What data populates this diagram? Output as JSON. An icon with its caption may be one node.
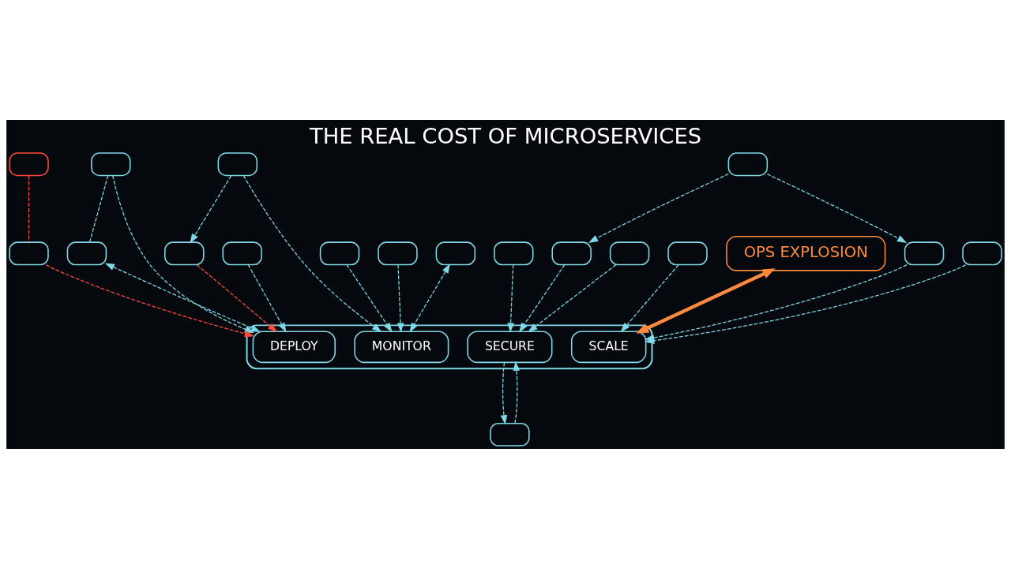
{
  "diagram": {
    "title": "THE REAL COST OF MICROSERVICES",
    "nodes": [
      {
        "text": [],
        "shape": "box"
      },
      {
        "text": [],
        "shape": "box"
      },
      {
        "text": [],
        "shape": "box"
      },
      {
        "text": [],
        "shape": "box"
      },
      {
        "text": [],
        "shape": "box"
      },
      {
        "text": [],
        "shape": "box"
      },
      {
        "text": [],
        "shape": "box"
      },
      {
        "text": [],
        "shape": "box"
      },
      {
        "text": [],
        "shape": "box"
      },
      {
        "text": [],
        "shape": "box"
      },
      {
        "text": [
          "DEPLOY"
        ],
        "in": 9
      },
      {
        "text": [
          "MONITOR"
        ],
        "in": 9
      },
      {
        "text": [
          "SCALE"
        ],
        "in": 9
      },
      {
        "text": [
          "SECURE"
        ],
        "in": 9
      },
      {
        "text": [],
        "shape": "box"
      },
      {
        "text": [],
        "shape": "box"
      },
      {
        "text": [],
        "shape": "box"
      },
      {
        "text": [],
        "shape": "box"
      },
      {
        "text": [
          "OPS EXPLOSION"
        ]
      },
      {
        "text": [],
        "shape": "box"
      },
      {
        "text": [],
        "shape": "box"
      },
      {
        "text": [],
        "shape": "box"
      },
      {
        "text": [],
        "shape": "box"
      },
      {
        "text": [],
        "shape": "box"
      }
    ],
    "edges": [
      {
        "from": 3,
        "to": 10,
        "arrow": "to",
        "style": "dashed"
      },
      {
        "from": 3,
        "to": 2,
        "arrow": "none",
        "style": "dashed"
      },
      {
        "from": 7,
        "to": 10,
        "arrow": "to",
        "style": "dashed"
      },
      {
        "from": 2,
        "to": 10,
        "arrow": "both",
        "style": "dashed"
      },
      {
        "from": 0,
        "to": 6,
        "arrow": "none",
        "style": "dashed",
        "color": "#ff4b3e"
      },
      {
        "from": 6,
        "to": 10,
        "arrow": "to",
        "style": "dashed",
        "color": "#ff4b3e"
      },
      {
        "from": 1,
        "to": 10,
        "arrow": "to",
        "style": "dashed",
        "color": "#ff4b3e"
      },
      {
        "from": 5,
        "to": 11,
        "arrow": "to",
        "style": "dashed"
      },
      {
        "from": 5,
        "to": 1,
        "arrow": "to",
        "style": "dashed"
      },
      {
        "from": 4,
        "to": 11,
        "arrow": "to",
        "style": "dashed"
      },
      {
        "from": 8,
        "to": 11,
        "arrow": "to",
        "style": "dashed"
      },
      {
        "from": 14,
        "to": 11,
        "arrow": "both",
        "style": "dashed"
      },
      {
        "from": 15,
        "to": 13,
        "arrow": "to",
        "style": "dashed"
      },
      {
        "from": 16,
        "to": 13,
        "arrow": "to",
        "style": "dashed"
      },
      {
        "from": 13,
        "to": 21,
        "arrow": "to",
        "style": "dashed"
      },
      {
        "from": 21,
        "to": 13,
        "arrow": "to",
        "style": "dashed"
      },
      {
        "from": 20,
        "to": 13,
        "arrow": "to",
        "style": "dashed"
      },
      {
        "from": 23,
        "to": 19,
        "arrow": "to",
        "style": "dashed"
      },
      {
        "from": 23,
        "to": 20,
        "arrow": "to",
        "style": "dashed"
      },
      {
        "from": 19,
        "to": 12,
        "arrow": "to",
        "style": "dashed"
      },
      {
        "from": 22,
        "to": 12,
        "arrow": "to",
        "style": "dashed"
      },
      {
        "from": 17,
        "to": 12,
        "arrow": "to",
        "style": "dashed"
      },
      {
        "from": 18,
        "to": 12,
        "arrow": "both",
        "style": "thick",
        "color": "#ff8a3d"
      }
    ]
  }
}
